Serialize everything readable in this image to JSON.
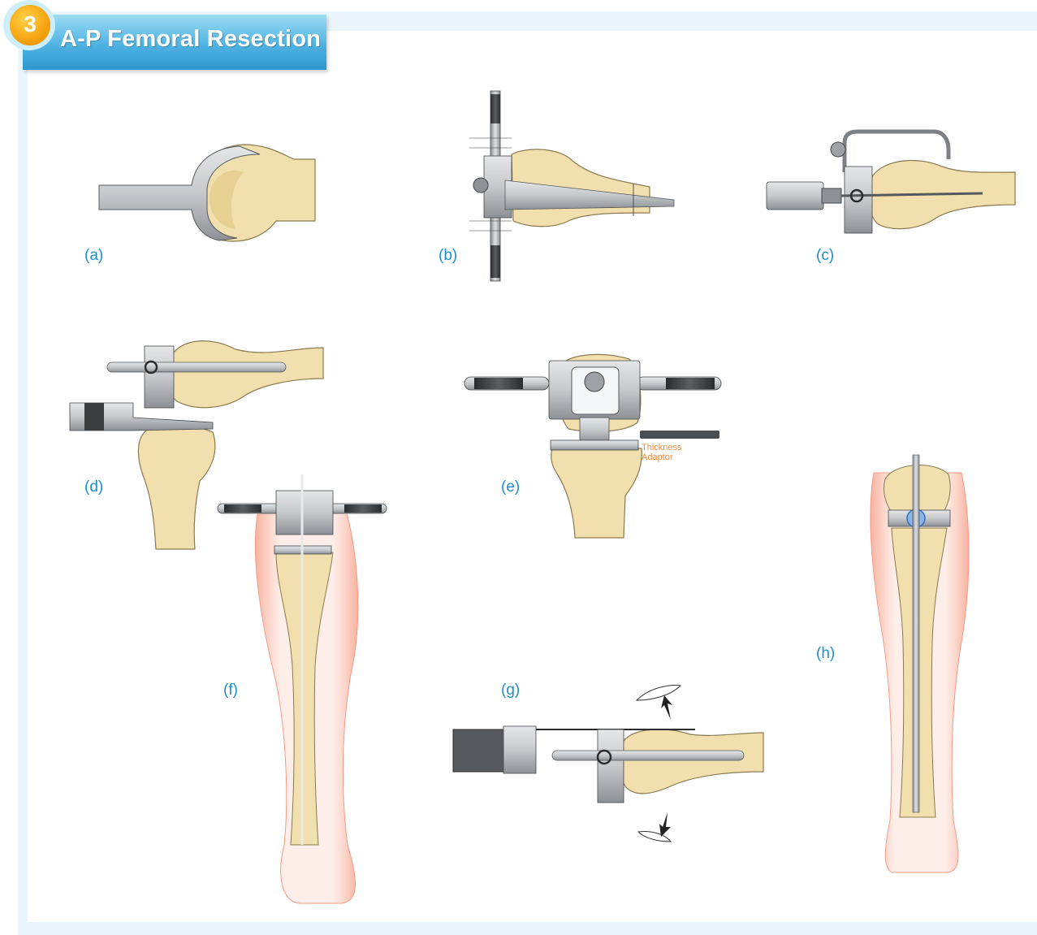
{
  "header": {
    "step_number": "3",
    "title": "A-P Femoral Resection"
  },
  "panels": {
    "a": "(a)",
    "b": "(b)",
    "c": "(c)",
    "d": "(d)",
    "e": "(e)",
    "f": "(f)",
    "g": "(g)",
    "h": "(h)"
  },
  "annotations": {
    "thickness_adaptor_line1": "Thickness",
    "thickness_adaptor_line2": "Adaptor"
  },
  "colors": {
    "bone": "#f1e0ad",
    "bone_outline": "#8a7a52",
    "metal": "#b9bcc0",
    "metal_dark": "#55585c",
    "skin": "#f4b8a4",
    "label_blue": "#1c8fcf",
    "accent_orange": "#f28c3a",
    "title_blue": "#3aa6dc"
  }
}
